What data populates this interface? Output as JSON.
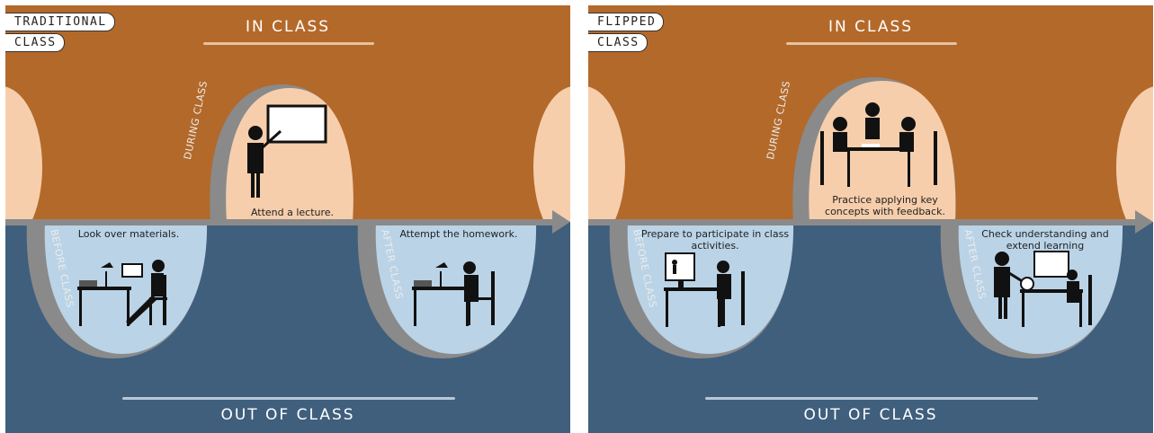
{
  "traditional": {
    "badge_line1": "TRADITIONAL",
    "badge_line2": "CLASS",
    "in_class": "IN CLASS",
    "out_of_class": "OUT OF CLASS",
    "before_label": "BEFORE CLASS",
    "during_label": "DURING CLASS",
    "after_label": "AFTER CLASS",
    "before_caption": "Look over materials.",
    "during_caption": "Attend a lecture.",
    "after_caption": "Attempt the homework."
  },
  "flipped": {
    "badge_line1": "FLIPPED",
    "badge_line2": "CLASS",
    "in_class": "IN CLASS",
    "out_of_class": "OUT OF CLASS",
    "before_label": "BEFORE CLASS",
    "during_label": "DURING CLASS",
    "after_label": "AFTER CLASS",
    "before_caption": "Prepare to participate in class activities.",
    "during_caption": "Practice applying key concepts with feedback.",
    "after_caption": "Check understanding and extend learning"
  },
  "colors": {
    "in_class_bg": "#b3692a",
    "out_class_bg": "#3f5f7d",
    "during_bubble": "#f6ceab",
    "out_bubble": "#bad3e6",
    "timeline": "#8a8a8a",
    "figure": "#111111"
  }
}
